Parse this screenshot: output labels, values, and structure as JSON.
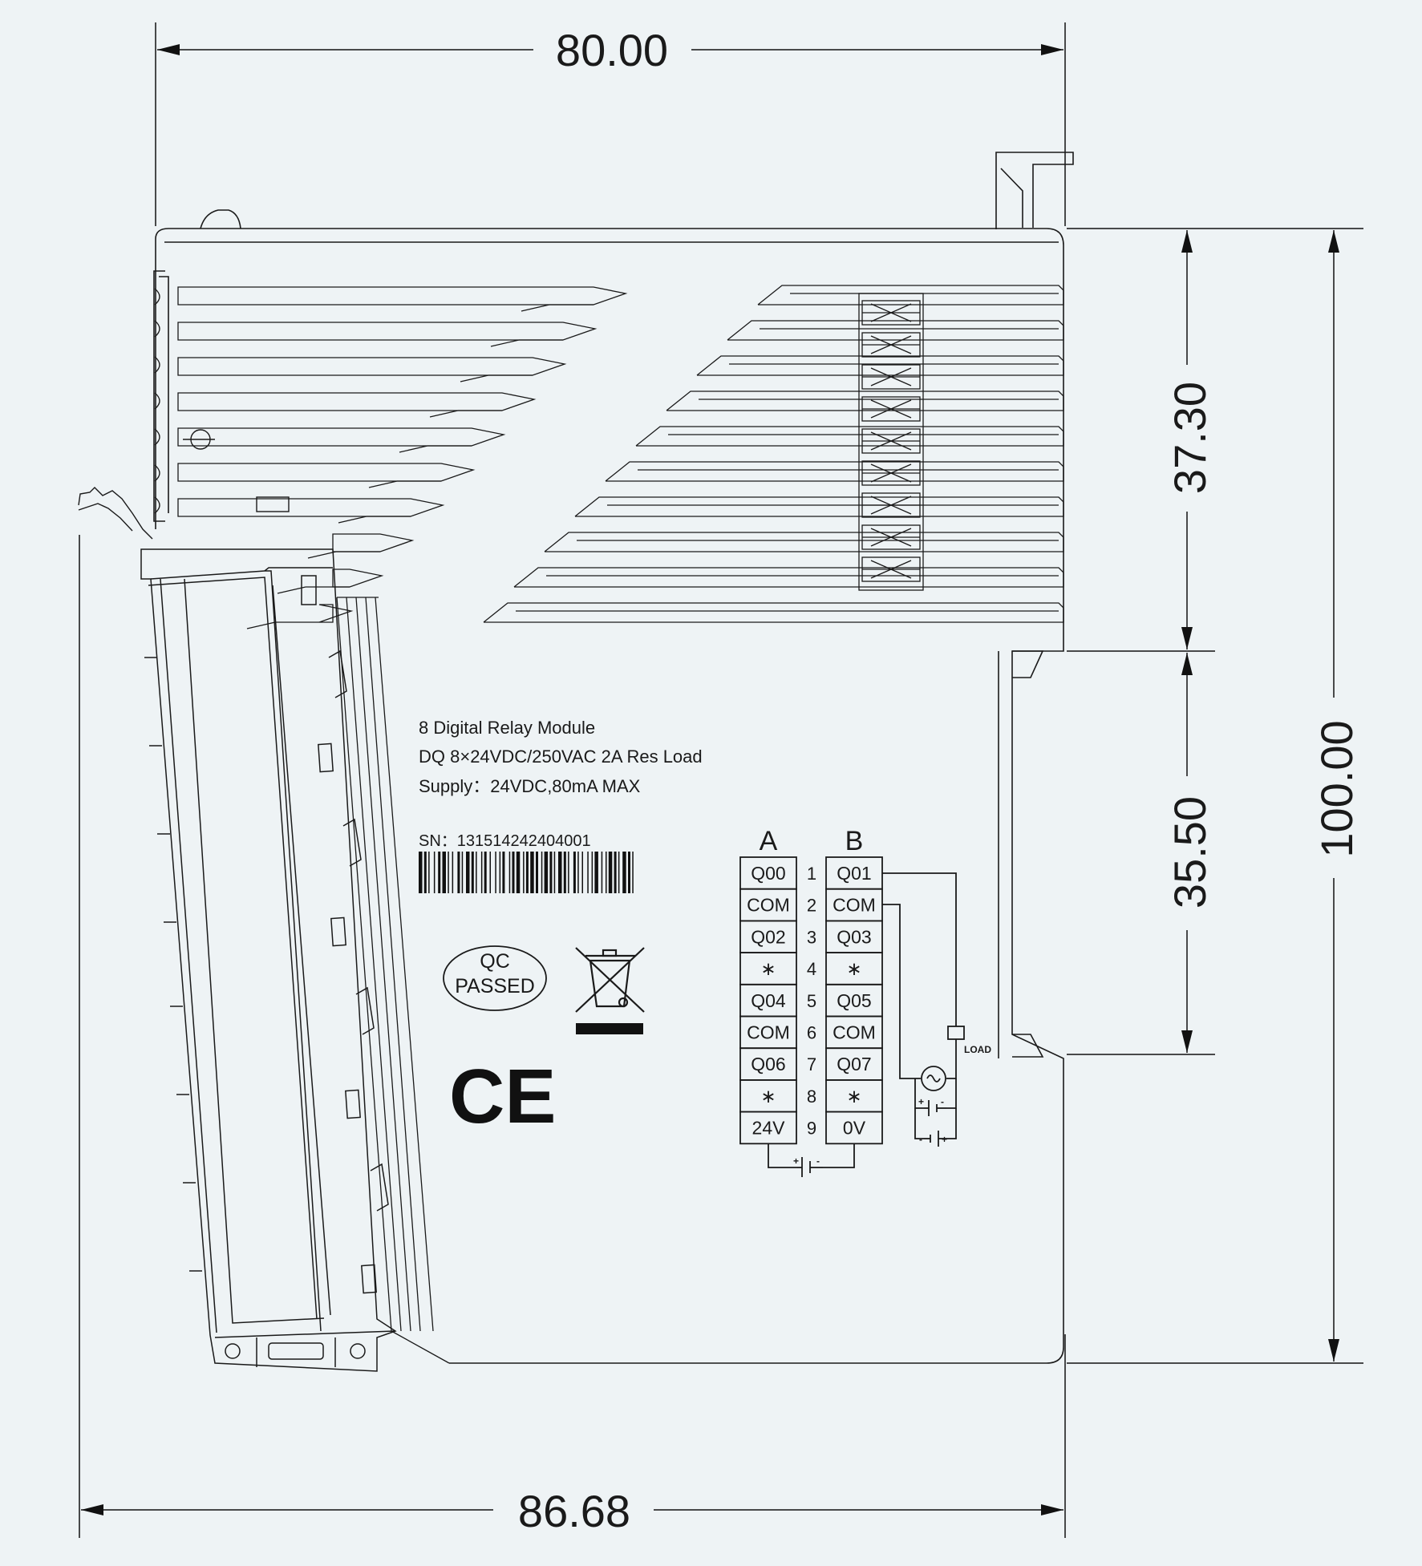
{
  "dimensions": {
    "width_top": "80.00",
    "width_bottom": "86.68",
    "height_upper": "37.30",
    "height_lower": "35.50",
    "height_total": "100.00"
  },
  "label": {
    "line1": "8 Digital Relay Module",
    "line2": "DQ 8×24VDC/250VAC 2A  Res Load",
    "line3": "Supply：24VDC,80mA MAX",
    "serial": "SN：131514242404001"
  },
  "badges": {
    "qc_line1": "QC",
    "qc_line2": "PASSED",
    "ce_mark": "CE",
    "weee_icon": "crossed-out-wheelie-bin-icon"
  },
  "terminal": {
    "column_a": "A",
    "column_b": "B",
    "rows": [
      {
        "a": "Q00",
        "pin": "1",
        "b": "Q01"
      },
      {
        "a": "COM",
        "pin": "2",
        "b": "COM"
      },
      {
        "a": "Q02",
        "pin": "3",
        "b": "Q03"
      },
      {
        "a": "∗",
        "pin": "4",
        "b": "∗"
      },
      {
        "a": "Q04",
        "pin": "5",
        "b": "Q05"
      },
      {
        "a": "COM",
        "pin": "6",
        "b": "COM"
      },
      {
        "a": "Q06",
        "pin": "7",
        "b": "Q07"
      },
      {
        "a": "∗",
        "pin": "8",
        "b": "∗"
      },
      {
        "a": "24V",
        "pin": "9",
        "b": "0V"
      }
    ],
    "load_label": "LOAD",
    "plus": "+",
    "minus": "-"
  },
  "colors": {
    "background": "#eef3f5",
    "line": "#1a1a1a"
  }
}
